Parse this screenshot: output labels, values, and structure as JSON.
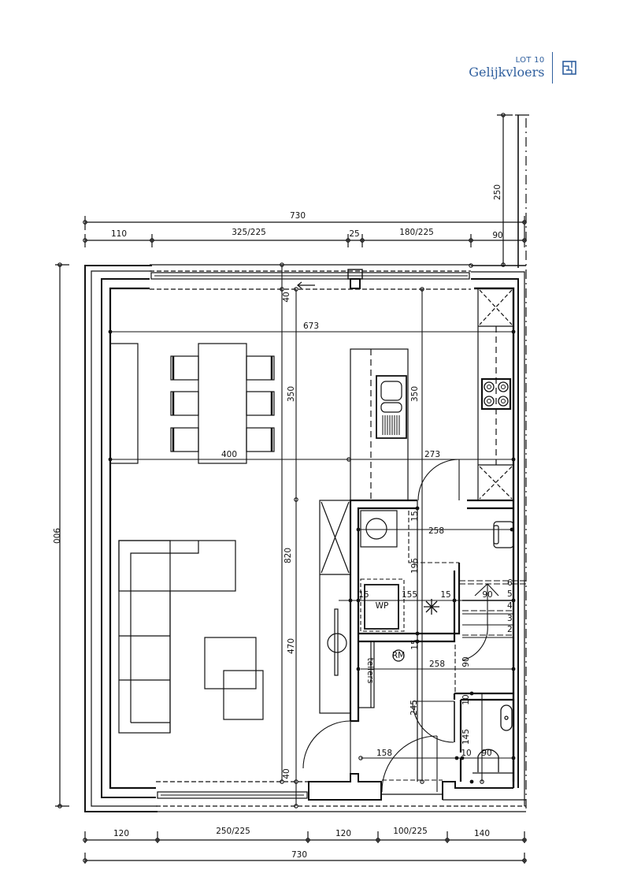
{
  "header": {
    "lot_label": "LOT 10",
    "floor_label": "Gelijkvloers",
    "icon": "floorplan-icon",
    "accent_color": "#2f5f9e"
  },
  "dimensions": {
    "top_total": "730",
    "top_segments": [
      "110",
      "325/225",
      "25",
      "180/225",
      "90"
    ],
    "bottom_segments": [
      "120",
      "250/225",
      "120",
      "100/225",
      "140"
    ],
    "bottom_total": "730",
    "left_total": "900",
    "right_top": "250",
    "interior": {
      "width_top": "673",
      "window_sill_top": "40",
      "window_sill_bottom": "40",
      "dining_width": "400",
      "dining_depth": "350",
      "kitchen_depth": "350",
      "kitchen_width": "273",
      "overall_depth": "820",
      "living_depth": "470",
      "utility_width": "258",
      "utility_wall_left": "15",
      "utility_wall_top": "15",
      "utility_inner": "195",
      "utility_span": "155",
      "utility_wall_right": "15",
      "stair_width": "90",
      "hall_wall": "15",
      "hall_width": "258",
      "hall_door": "90",
      "wc_wall": "10",
      "wc_depth": "145",
      "wc_wall_2": "10",
      "wc_width": "90",
      "entry_width": "158",
      "entry_door": "245"
    }
  },
  "labels": {
    "heat_pump": "WP",
    "meters": "tellers",
    "smoke_detector": "RM",
    "stair_steps": [
      "2",
      "3",
      "4",
      "5",
      "6"
    ]
  }
}
